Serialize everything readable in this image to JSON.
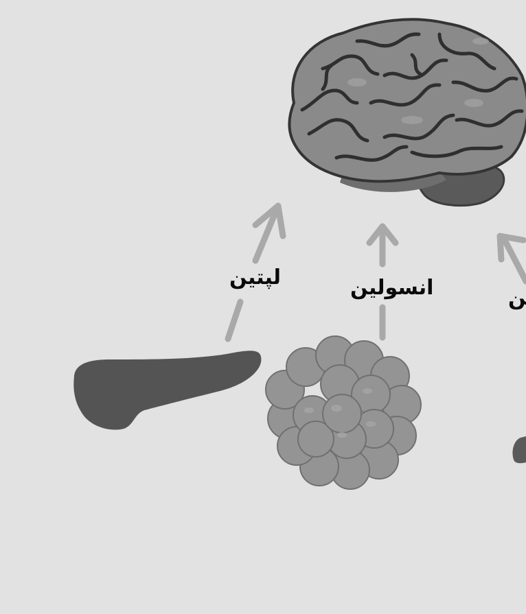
{
  "labels": {
    "leptin": "لپتین",
    "insulin": "انسولین",
    "partial_right": "ین"
  }
}
